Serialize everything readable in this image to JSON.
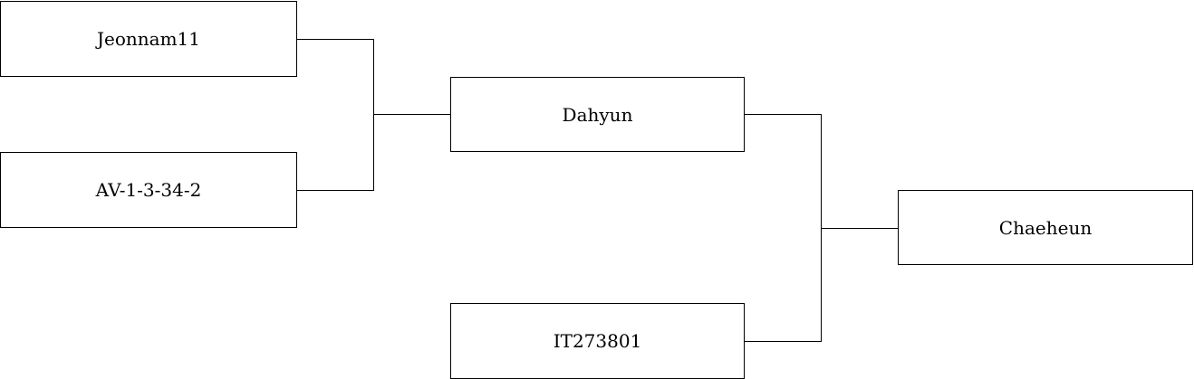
{
  "nodes": {
    "jeonnam": "Jeonnam11",
    "av": "AV-1-3-34-2",
    "dahyun": "Dahyun",
    "it": "IT273801",
    "chaeheun": "Chaeheun"
  },
  "colors": {
    "line": "#000000",
    "box_border": "#000000",
    "background": "#ffffff"
  }
}
